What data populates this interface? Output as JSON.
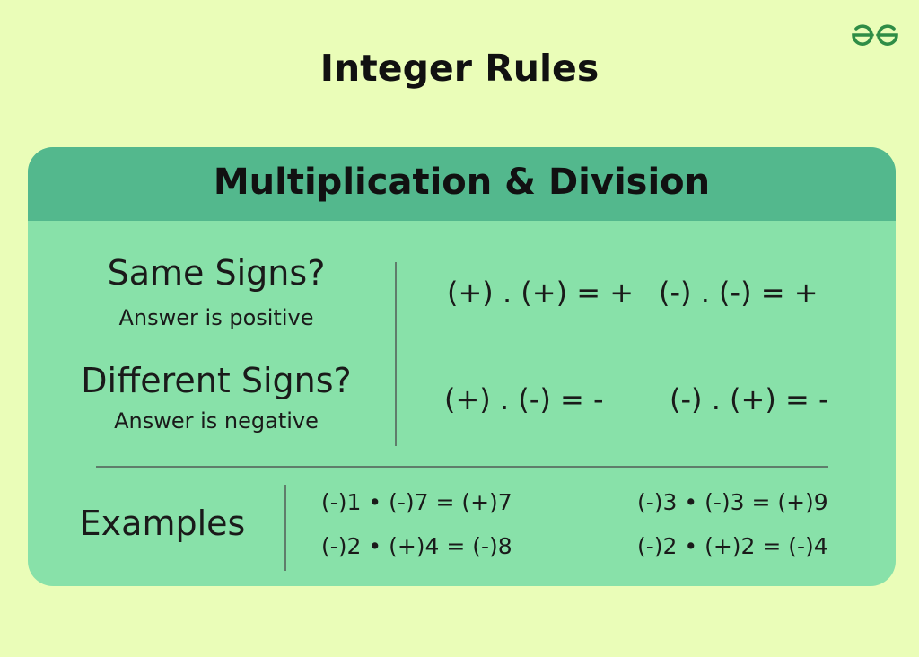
{
  "title": "Integer Rules",
  "card": {
    "header": "Multiplication & Division",
    "same": {
      "heading": "Same Signs?",
      "sub": "Answer is positive",
      "rules": [
        "(+) . (+) = +",
        "(-) . (-) = +"
      ]
    },
    "different": {
      "heading": "Different Signs?",
      "sub": "Answer is negative",
      "rules": [
        "(+) . (-) = -",
        "(-) . (+) = -"
      ]
    },
    "examples": {
      "label": "Examples",
      "items": [
        "(-)1 • (-)7 = (+)7",
        "(-)3 • (-)3 = (+)9",
        "(-)2 • (+)4 = (-)8",
        "(-)2 • (+)2 = (-)4"
      ]
    }
  },
  "colors": {
    "background": "#eafdb8",
    "card": "#88e1a9",
    "header": "#53b88d",
    "logo": "#2f8d46"
  },
  "icons": {
    "logo": "geeksforgeeks-logo-icon"
  }
}
